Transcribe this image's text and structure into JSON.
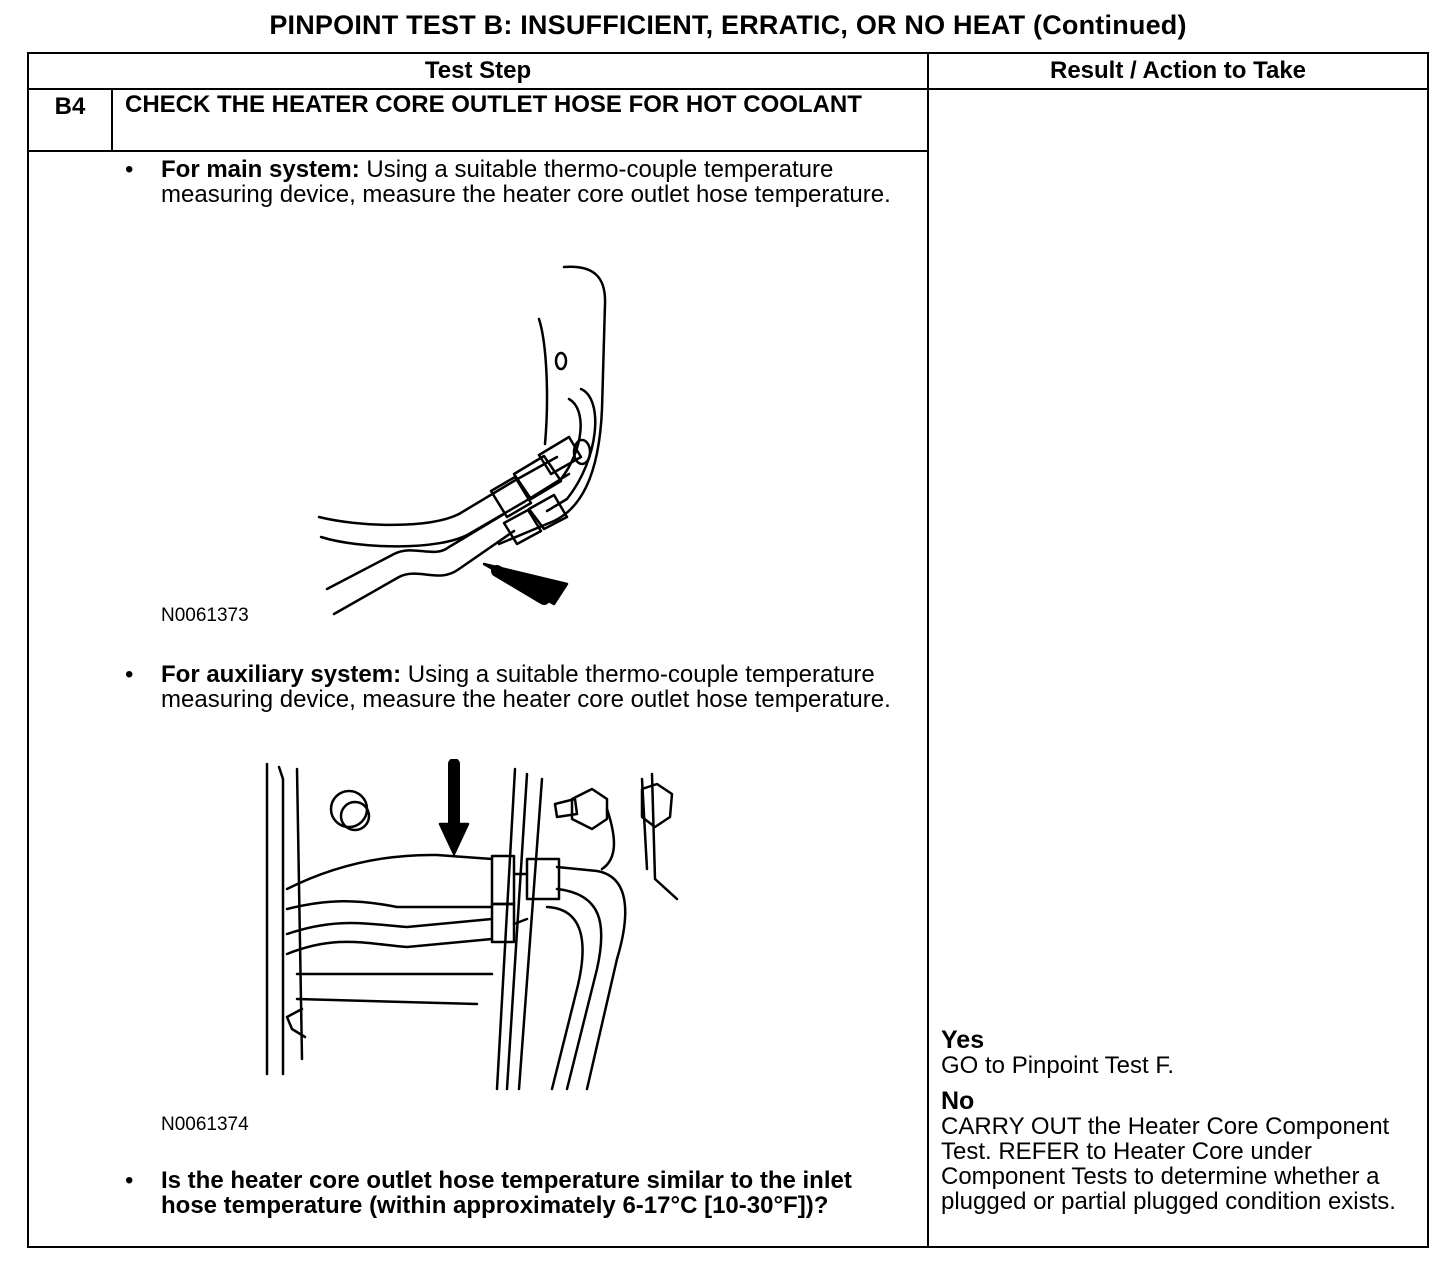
{
  "title": "PINPOINT TEST B: INSUFFICIENT, ERRATIC, OR NO HEAT (Continued)",
  "table": {
    "col_test_step": "Test Step",
    "col_result": "Result / Action to Take"
  },
  "step": {
    "id": "B4",
    "title": "CHECK THE HEATER CORE OUTLET HOSE FOR HOT COOLANT",
    "bullet_symbol": "•",
    "bullets": [
      {
        "bold": "For main system:",
        "text": " Using a suitable thermo-couple temperature measuring device, measure the heater core outlet hose temperature."
      },
      {
        "bold": "For auxiliary system:",
        "text": " Using a suitable thermo-couple temperature measuring device, measure the heater core outlet hose temperature."
      },
      {
        "bold": "Is the heater core outlet hose temperature similar to the inlet hose temperature (within approximately 6-17°C [10-30°F])?",
        "text": ""
      }
    ],
    "figures": [
      {
        "id": "N0061373"
      },
      {
        "id": "N0061374"
      }
    ]
  },
  "result": {
    "yes_label": "Yes",
    "yes_text": "GO to Pinpoint Test F.",
    "no_label": "No",
    "no_text": "CARRY OUT the Heater Core Component Test. REFER to Heater Core under Component Tests to determine whether a plugged or partial plugged condition exists."
  }
}
